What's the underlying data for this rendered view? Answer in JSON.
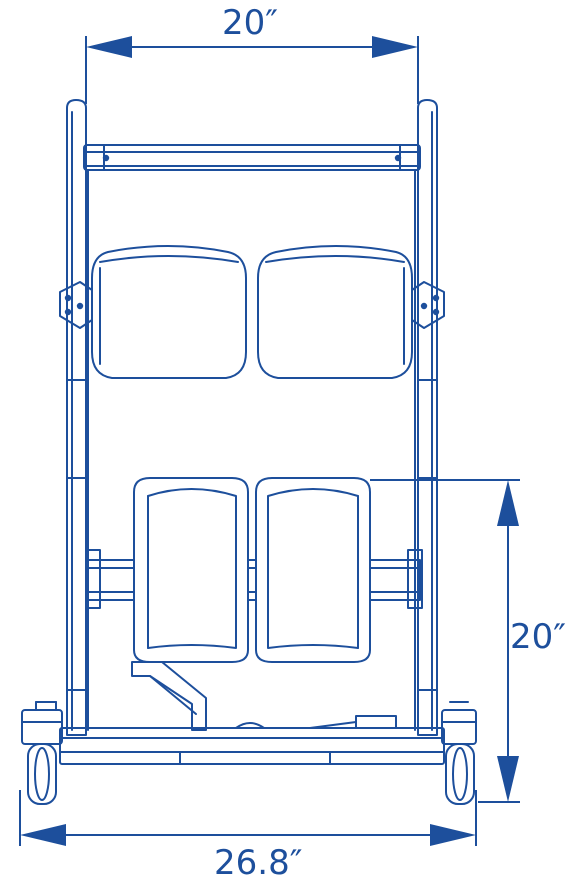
{
  "diagram": {
    "dimensions": {
      "top_width": "20″",
      "seat_height": "20″",
      "base_width": "26.8″"
    },
    "colors": {
      "line": "#1d4f9c",
      "dimension": "#1d4f9c",
      "background": "#ffffff"
    }
  }
}
